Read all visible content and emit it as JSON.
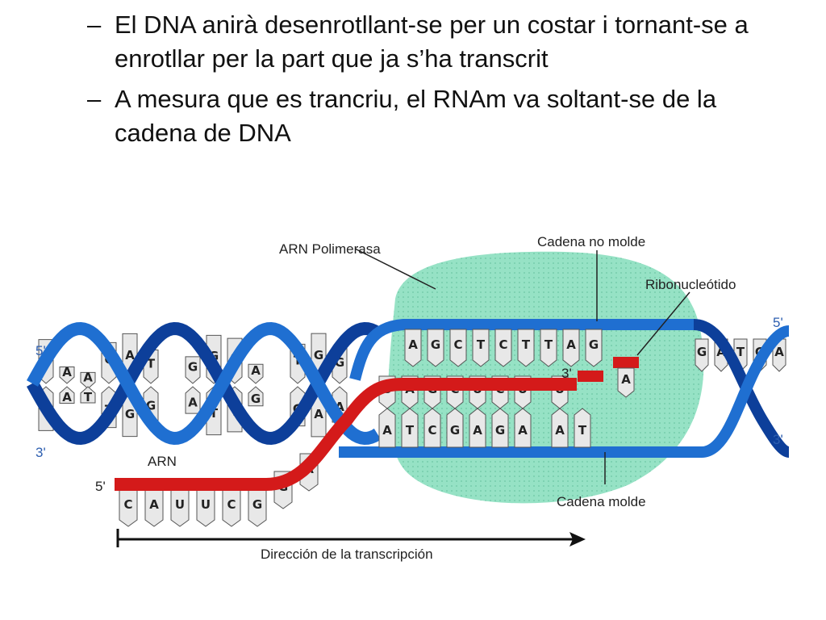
{
  "slide": {
    "bullets": [
      {
        "dash": "–",
        "text": "El DNA anirà desenrotllant-se per un costar i tornant-se a enrotllar per la part que ja s’ha transcrit"
      },
      {
        "dash": "–",
        "text": "A mesura que es trancriu, el RNAm va soltant-se de la cadena de DNA"
      }
    ]
  },
  "diagram": {
    "labels": {
      "polymerase": "ARN Polimerasa",
      "non_template": "Cadena no molde",
      "ribonucleotide": "Ribonucleótido",
      "template": "Cadena molde",
      "rna": "ARN",
      "direction": "Dirección de la transcripción"
    },
    "ends": {
      "left_top": "5'",
      "left_bottom": "3'",
      "right_top": "5'",
      "right_bottom": "3'",
      "rna_start": "5'",
      "rna_tip": "3'"
    },
    "bases": {
      "rna": [
        "C",
        "A",
        "U",
        "U",
        "C",
        "G",
        "G",
        "A"
      ],
      "coding_strand": [
        "A",
        "G",
        "C",
        "T",
        "C",
        "T",
        "T",
        "A",
        "G"
      ],
      "rna_in_bubble": [
        "U",
        "A",
        "G",
        "C",
        "U",
        "C",
        "U",
        "U"
      ],
      "template_strand": [
        "A",
        "T",
        "C",
        "G",
        "A",
        "G",
        "A",
        "A",
        "T"
      ],
      "free_nucleotide": "A",
      "left_helix": [
        "G",
        "A",
        "A",
        "C",
        "A",
        "T",
        "T",
        "G",
        "G",
        "C",
        "A",
        "T",
        "T",
        "G",
        "G"
      ],
      "right_helix": [
        "G",
        "G",
        "A",
        "C",
        "T",
        "C",
        "G",
        "C",
        "A"
      ]
    },
    "colors": {
      "dna": "#1f6fd1",
      "dna_dark": "#0d3f9a",
      "rna": "#d41a1a",
      "polymerase": "#8fe0c0"
    }
  }
}
